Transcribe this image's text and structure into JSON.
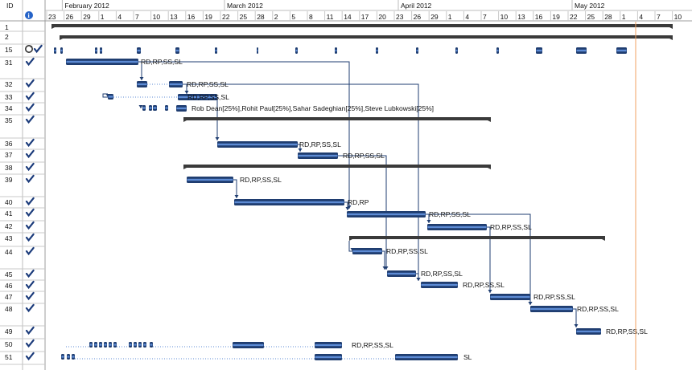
{
  "header": {
    "id_label": "ID",
    "months": [
      {
        "label": "February 2012",
        "day_index": 2
      },
      {
        "label": "March 2012",
        "day_index": 30
      },
      {
        "label": "April 2012",
        "day_index": 60
      },
      {
        "label": "May 2012",
        "day_index": 90
      }
    ],
    "ticks": [
      "23",
      "26",
      "29",
      "1",
      "4",
      "7",
      "10",
      "13",
      "16",
      "19",
      "22",
      "25",
      "28",
      "2",
      "5",
      "8",
      "11",
      "14",
      "17",
      "20",
      "23",
      "26",
      "29",
      "1",
      "4",
      "7",
      "10",
      "13",
      "16",
      "19",
      "22",
      "25",
      "28",
      "1",
      "4",
      "7",
      "10"
    ]
  },
  "colors": {
    "bar": "#1f3d70",
    "summary": "#3a3a3a",
    "check": "#1a3a7a",
    "today": "#f0a060",
    "grid": "#c8c8c8",
    "link": "#1f3d70"
  },
  "rows": [
    {
      "id": "1",
      "check": false,
      "info": "none"
    },
    {
      "id": "2",
      "check": false,
      "info": "none"
    },
    {
      "id": "15",
      "check": true,
      "info": "recurring"
    },
    {
      "id": "31",
      "check": true,
      "info": "none",
      "bar_label": "RD,RP,SS,SL"
    },
    {
      "id": "32",
      "check": true,
      "info": "none",
      "bar_label": "RD,RP,SS,SL"
    },
    {
      "id": "33",
      "check": true,
      "info": "none",
      "bar_label": "RD,RP,SS,SL"
    },
    {
      "id": "34",
      "check": true,
      "info": "none",
      "bar_label": "Rob Dean[25%],Rohit Paul[25%],Sahar Sadeghian[25%],Steve Lubkowski[25%]"
    },
    {
      "id": "35",
      "check": true,
      "info": "none"
    },
    {
      "id": "36",
      "check": true,
      "info": "none",
      "bar_label": "RD,RP,SS,SL"
    },
    {
      "id": "37",
      "check": true,
      "info": "none",
      "bar_label": "RD,RP,SS,SL"
    },
    {
      "id": "38",
      "check": true,
      "info": "none"
    },
    {
      "id": "39",
      "check": true,
      "info": "none",
      "bar_label": "RD,RP,SS,SL"
    },
    {
      "id": "40",
      "check": true,
      "info": "none",
      "bar_label": "RD,RP"
    },
    {
      "id": "41",
      "check": true,
      "info": "none",
      "bar_label": "RD,RP,SS,SL"
    },
    {
      "id": "42",
      "check": true,
      "info": "none",
      "bar_label": "RD,RP,SS,SL"
    },
    {
      "id": "43",
      "check": true,
      "info": "none"
    },
    {
      "id": "44",
      "check": true,
      "info": "none",
      "bar_label": "RD,RP,SS,SL"
    },
    {
      "id": "45",
      "check": true,
      "info": "none",
      "bar_label": "RD,RP,SS,SL"
    },
    {
      "id": "46",
      "check": true,
      "info": "none",
      "bar_label": "RD,RP,SS,SL"
    },
    {
      "id": "47",
      "check": true,
      "info": "none",
      "bar_label": "RD,RP,SS,SL"
    },
    {
      "id": "48",
      "check": true,
      "info": "none",
      "bar_label": "RD,RP,SS,SL"
    },
    {
      "id": "49",
      "check": true,
      "info": "none",
      "bar_label": "RD,RP,SS,SL"
    },
    {
      "id": "50",
      "check": true,
      "info": "none",
      "bar_label": "RD,RP,SS,SL"
    },
    {
      "id": "51",
      "check": true,
      "info": "none",
      "bar_label": "SL"
    }
  ]
}
